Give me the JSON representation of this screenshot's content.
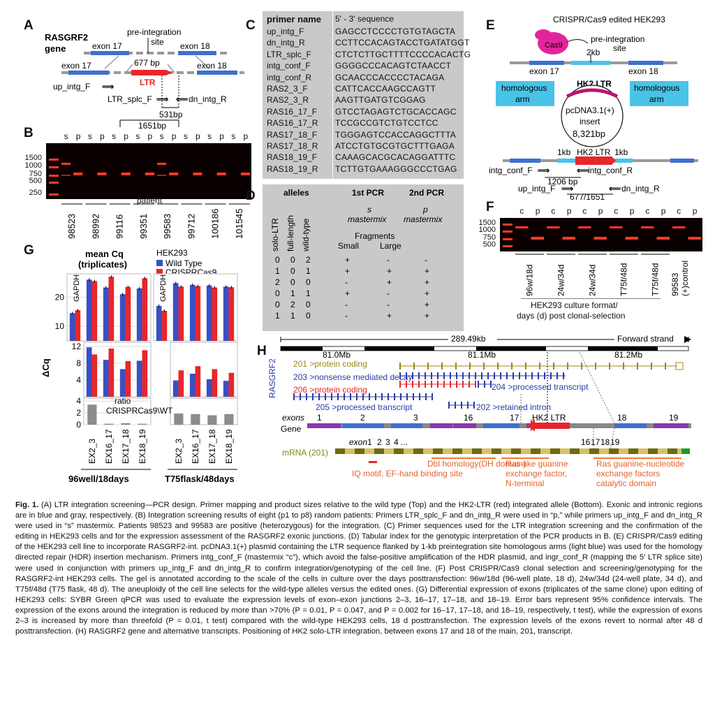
{
  "panels": {
    "A": {
      "letter": "A",
      "gene_title": "RASGRF2",
      "gene_sub": "gene",
      "exon17": "exon 17",
      "exon18": "exon 18",
      "pre_integration": "pre-integration",
      "site": "site",
      "bp677": "677 bp",
      "ltr": "LTR",
      "up_intg_f": "up_intg_F",
      "ltr_splc_f": "LTR_splc_F",
      "dn_intg_r": "dn_intg_R",
      "bp531": "531bp",
      "bp1651": "1651bp"
    },
    "B": {
      "letter": "B",
      "lanes": [
        "s",
        "p",
        "s",
        "p",
        "s",
        "p",
        "s",
        "p",
        "s",
        "p",
        "s",
        "p",
        "s",
        "p",
        "s",
        "p"
      ],
      "ladder": [
        "1500",
        "1000",
        "750",
        "500",
        "250"
      ],
      "patient_label": "patient",
      "patients": [
        "98523",
        "98992",
        "99116",
        "99351",
        "99583",
        "99712",
        "100186",
        "101545"
      ]
    },
    "C": {
      "letter": "C",
      "header_name": "primer name",
      "header_seq": "5' - 3' sequence",
      "rows": [
        {
          "name": "up_intg_F",
          "seq": "GAGCCTCCCCTGTGTAGCTA"
        },
        {
          "name": "dn_intg_R",
          "seq": "CCTTCCACAGTACCTGATATGGT"
        },
        {
          "name": "LTR_splc_F",
          "seq": "CTCTCTTGCTTTTCCCCACACTG"
        },
        {
          "name": "intg_conf_F",
          "seq": "GGGGCCCACAGTCTAACCT"
        },
        {
          "name": "intg_conf_R",
          "seq": "GCAACCCACCCCTACAGA"
        },
        {
          "name": "RAS2_3_F",
          "seq": "CATTCACCAAGCCAGTT"
        },
        {
          "name": "RAS2_3_R",
          "seq": "AAGTTGATGTCGGAG"
        },
        {
          "name": "RAS16_17_F",
          "seq": "GTCCTAGAGTCTGCACCAGC"
        },
        {
          "name": "RAS16_17_R",
          "seq": "TCCGCCGTCTGTCCTCC"
        },
        {
          "name": "RAS17_18_F",
          "seq": "TGGGAGTCCACCAGGCTTTA"
        },
        {
          "name": "RAS17_18_R",
          "seq": "ATCCTGTGCGTGCTTTGAGA"
        },
        {
          "name": "RAS18_19_F",
          "seq": "CAAAGCACGCACAGGATTTC"
        },
        {
          "name": "RAS18_19_R",
          "seq": "TCTTGTGAAAGGGCCCTGAG"
        }
      ]
    },
    "D": {
      "letter": "D",
      "alleles": "alleles",
      "col_solo": "solo-LTR",
      "col_full": "full-length",
      "col_wild": "wild-type",
      "pcr1": "1st PCR",
      "pcr1_sub1": "s",
      "pcr1_sub2": "mastermix",
      "pcr2": "2nd PCR",
      "pcr2_sub1": "p",
      "pcr2_sub2": "mastermix",
      "fragments": "Fragments",
      "small": "Small",
      "large": "Large",
      "rows": [
        [
          "0",
          "0",
          "2",
          "+",
          "-",
          "-"
        ],
        [
          "1",
          "0",
          "1",
          "+",
          "+",
          "+"
        ],
        [
          "2",
          "0",
          "0",
          "-",
          "+",
          "+"
        ],
        [
          "0",
          "1",
          "1",
          "+",
          "-",
          "+"
        ],
        [
          "0",
          "2",
          "0",
          "-",
          "-",
          "+"
        ],
        [
          "1",
          "1",
          "0",
          "-",
          "+",
          "+"
        ]
      ]
    },
    "E": {
      "letter": "E",
      "title": "CRISPR/Cas9 edited HEK293",
      "cas9": "Cas9",
      "pre_integration": "pre-integration",
      "site": "site",
      "kb2": "2kb",
      "exon17": "exon 17",
      "exon18": "exon 18",
      "hk2_ltr": "HK2 LTR",
      "homologous": "homologous",
      "arm": "arm",
      "plasmid1": "pcDNA3.1(+)",
      "plasmid2": "insert",
      "plasmid3": "8,321bp",
      "kb1a": "1kb",
      "kb1b": "1kb",
      "hk2_ltr2": "HK2 LTR",
      "intg_conf_f": "intg_conf_F",
      "intg_conf_r": "intg_conf_R",
      "bp1206": "1206 bp",
      "up_intg_f": "up_intg_F",
      "dn_intg_r": "dn_intg_R",
      "bp677_1651": "677/1651"
    },
    "F": {
      "letter": "F",
      "lanes": [
        "c",
        "p",
        "c",
        "p",
        "c",
        "p",
        "c",
        "p",
        "c",
        "p",
        "c",
        "p"
      ],
      "ladder": [
        "1500",
        "1000",
        "750",
        "500"
      ],
      "groups": [
        "96w/18d",
        "24w/34d",
        "24w/34d",
        "T75f/48d",
        "T75f/48d"
      ],
      "control1": "99583",
      "control2": "(+)control",
      "caption1": "HEK293 culture format/",
      "caption2": "days (d) post clonal-selection"
    },
    "G": {
      "letter": "G",
      "title1": "mean Cq",
      "title2": "(triplicates)",
      "legend_title": "HEK293",
      "legend_wt": "Wild Type",
      "legend_cr": "CRISPRCas9",
      "gapdh": "GAPDH",
      "dcq": "ΔCq",
      "ratio1": "ratio",
      "ratio2": "CRISPRCas9\\WT",
      "y_cq": [
        "10",
        "20"
      ],
      "y_dcq": [
        "4",
        "8",
        "12"
      ],
      "y_ratio": [
        "0",
        "2",
        "4"
      ],
      "xcats": [
        "EX2_3",
        "EX16_17",
        "EX17_18",
        "EX18_19"
      ],
      "format1": "96well/18days",
      "format2": "T75flask/48days",
      "color_wt": "#3a4fc4",
      "color_cr": "#e8262b",
      "color_ratio": "#8c8c8c"
    },
    "H": {
      "letter": "H",
      "kb": "289.49kb",
      "strand": "Forward strand",
      "mb1": "81.0Mb",
      "mb2": "81.1Mb",
      "mb3": "81.2Mb",
      "gene_side": "RASGRF2",
      "t201": "201 >protein coding",
      "t203": "203 >nonsense mediated decay",
      "t206": "206 >protein coding",
      "t204": "204 >processed transcript",
      "t205": "205 >processed transcript",
      "t202": "202 >retained intron",
      "exons_label": "exons",
      "exon_nums": [
        "1",
        "2",
        "3",
        "16",
        "17",
        "18",
        "19"
      ],
      "gene_label": "Gene",
      "hk2": "HK2 LTR",
      "mrna_label": "mRNA (201)",
      "mrna_exon": "exon",
      "mrna_nums1": [
        "1",
        "2",
        "3",
        "4",
        "..."
      ],
      "mrna_nums2": [
        "16",
        "17",
        "18",
        "19"
      ],
      "dom_dh": "Dbl homology(DH domain)",
      "dom_iq": "IQ motif, EF-hand binding site",
      "dom_ras1a": "Ras-like guanine",
      "dom_ras1b": "exchange factor,",
      "dom_ras1c": "N-terminal",
      "dom_ras2a": "Ras guanine-nucleotide",
      "dom_ras2b": "exchange factors",
      "dom_ras2c": "catalytic domain"
    }
  },
  "chart_data": [
    {
      "type": "bar",
      "title": "mean Cq (triplicates)",
      "panel": "96well/18days",
      "categories": [
        "GAPDH",
        "EX2_3",
        "EX16_17",
        "EX17_18",
        "EX18_19"
      ],
      "series": [
        {
          "name": "Wild Type",
          "values": [
            14.5,
            26,
            23.3,
            21,
            23
          ]
        },
        {
          "name": "CRISPRCas9",
          "values": [
            15.5,
            25.5,
            27,
            23.5,
            26.5
          ]
        }
      ],
      "ylim": [
        5,
        28
      ]
    },
    {
      "type": "bar",
      "title": "mean Cq (triplicates)",
      "panel": "T75flask/48days",
      "categories": [
        "GAPDH",
        "EX2_3",
        "EX16_17",
        "EX17_18",
        "EX18_19"
      ],
      "series": [
        {
          "name": "Wild Type",
          "values": [
            17,
            24.8,
            24.2,
            24,
            23.6
          ]
        },
        {
          "name": "CRISPRCas9",
          "values": [
            15.3,
            23.6,
            23.8,
            23.3,
            23.4
          ]
        }
      ],
      "ylim": [
        5,
        28
      ]
    },
    {
      "type": "bar",
      "ylabel": "ΔCq",
      "panel": "96well/18days",
      "categories": [
        "EX2_3",
        "EX16_17",
        "EX17_18",
        "EX18_19"
      ],
      "series": [
        {
          "name": "Wild Type",
          "values": [
            11.8,
            8.8,
            6.6,
            8.6
          ]
        },
        {
          "name": "CRISPRCas9",
          "values": [
            10.1,
            11.5,
            8.5,
            11.1
          ]
        }
      ],
      "ylim": [
        0,
        13
      ]
    },
    {
      "type": "bar",
      "ylabel": "ΔCq",
      "panel": "T75flask/48days",
      "categories": [
        "EX2_3",
        "EX16_17",
        "EX17_18",
        "EX18_19"
      ],
      "series": [
        {
          "name": "Wild Type",
          "values": [
            3.9,
            5.5,
            4.2,
            3.8
          ]
        },
        {
          "name": "CRISPRCas9",
          "values": [
            6.3,
            7.3,
            6.6,
            5.7
          ]
        }
      ],
      "ylim": [
        0,
        13
      ]
    },
    {
      "type": "bar",
      "ylabel": "ratio CRISPRCas9\\WT",
      "panel": "96well/18days",
      "categories": [
        "EX2_3",
        "EX16_17",
        "EX17_18",
        "EX18_19"
      ],
      "series": [
        {
          "name": "ratio",
          "values": [
            3.4,
            0.16,
            0.26,
            0.16
          ]
        }
      ],
      "ylim": [
        0,
        4.5
      ]
    },
    {
      "type": "bar",
      "ylabel": "ratio CRISPRCas9\\WT",
      "panel": "T75flask/48days",
      "categories": [
        "EX2_3",
        "EX16_17",
        "EX17_18",
        "EX18_19"
      ],
      "series": [
        {
          "name": "ratio",
          "values": [
            1.9,
            1.8,
            1.6,
            1.8
          ]
        }
      ],
      "ylim": [
        0,
        4.5
      ]
    }
  ],
  "caption": {
    "fig": "Fig. 1.",
    "text": "(A) LTR integration screening—PCR design. Primer mapping and product sizes relative to the wild type (Top) and the HK2-LTR (red) integrated allele (Bottom). Exonic and intronic regions are in blue and gray, respectively. (B) Integration screening results of eight (p1 to p8) random patients: Primers LTR_splc_F and dn_intg_R were used in “p,” while primers up_intg_F and dn_intg_R were used in “s” mastermix. Patients 98523 and 99583 are positive (heterozygous) for the integration. (C) Primer sequences used for the LTR integration screening and the confirmation of the editing in HEK293 cells and for the expression assessment of the RASGRF2 exonic junctions. (D) Tabular index for the genotypic interpretation of the PCR products in B. (E) CRISPR/Cas9 editing of the HEK293 cell line to incorporate RASGRF2-int. pcDNA3.1(+) plasmid containing the LTR sequence flanked by 1-kb preintegration site homologous arms (light blue) was used for the homology directed repair (HDR) insertion mechanism. Primers intg_conf_F (mastermix “c”), which avoid the false-positive amplification of the HDR plasmid, and ingr_conf_R (mapping the 5′ LTR splice site) were used in conjunction with primers up_intg_F and dn_intg_R to confirm integration/genotyping of the cell line. (F) Post CRISPR/Cas9 clonal selection and screening/genotyping for the RASGRF2-int HEK293 cells. The gel is annotated according to the scale of the cells in culture over the days posttransfection: 96w/18d (96-well plate, 18 d), 24w/34d (24-well plate, 34 d), and T75f/48d (T75 flask, 48 d). The aneuploidy of the cell line selects for the wild-type alleles versus the edited ones. (G) Differential expression of exons (triplicates of the same clone) upon editing of HEK293 cells: SYBR Green qPCR was used to evaluate the expression levels of exon–exon junctions 2–3, 16–17, 17–18, and 18–19. Error bars represent 95% confidence intervals. The expression of the exons around the integration is reduced by more than >70% (P = 0.01, P = 0.047, and P = 0.002 for 16–17, 17–18, and 18–19, respectively, t test), while the expression of exons 2–3 is increased by more than threefold (P = 0.01, t test) compared with the wild-type HEK293 cells, 18 d posttransfection. The expression levels of the exons revert to normal after 48 d posttransfection. (H) RASGRF2 gene and alternative transcripts. Positioning of HK2 solo-LTR integration, between exons 17 and 18 of the main, 201, transcript."
  }
}
